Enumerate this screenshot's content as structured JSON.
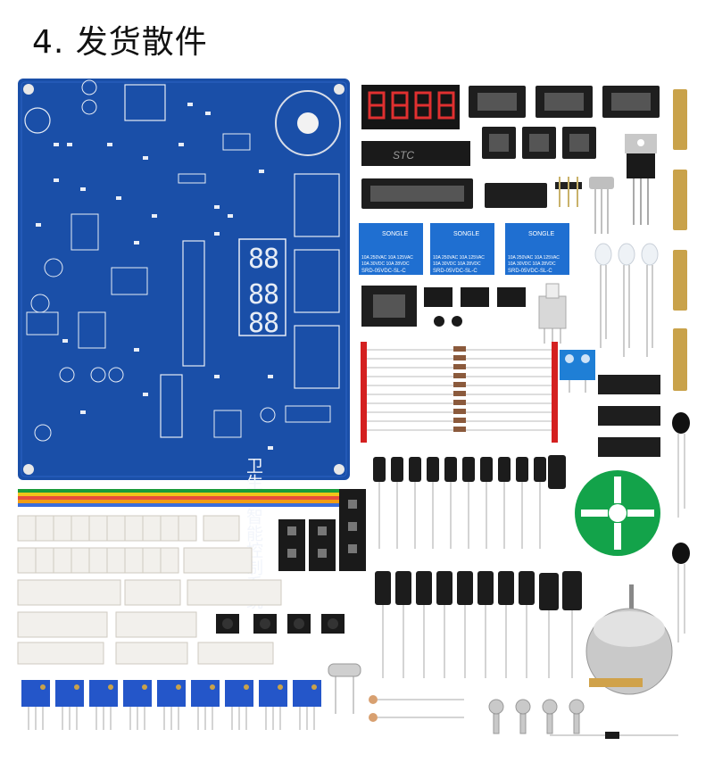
{
  "title": "4. 发货散件",
  "relay": {
    "brand": "SONGLE",
    "rating_ac": "10A 250VAC  10A 125VAC",
    "rating_dc": "10A 30VDC  10A 28VDC",
    "model": "SRD-05VDC-SL-C"
  },
  "pcb": {
    "vertical_label": "卫生间智能控制系统",
    "ic_label": "STC"
  },
  "colors": {
    "pcb": "#1a4fa8",
    "pcb_dark": "#143f8c",
    "relay": "#1f6fd1",
    "header": "#1a1a1a",
    "resistor_body": "#d9c7a8",
    "electrolytic": "#1c1c1c",
    "pot": "#2456c9",
    "green_disc": "#13a34a",
    "motor": "#c9c9c9",
    "red_bar": "#d42020",
    "white_connector": "#f2f0ec"
  }
}
